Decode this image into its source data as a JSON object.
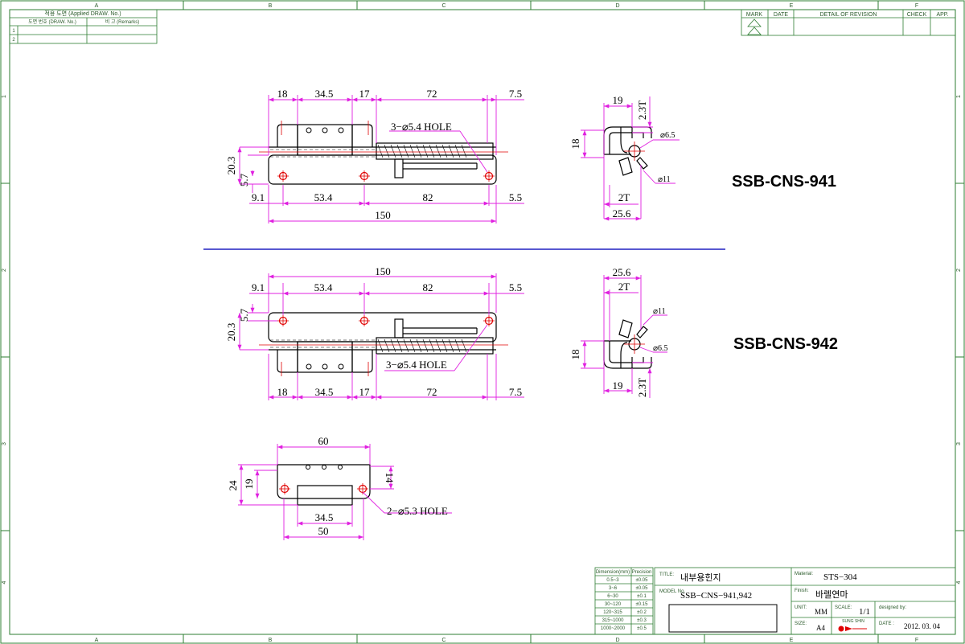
{
  "colors": {
    "frame": "#2e7d32",
    "dimension": "#e020e0",
    "center": "#e00000",
    "outline": "#000000",
    "divider": "#2020c0"
  },
  "grid": {
    "columns": [
      "A",
      "B",
      "C",
      "D",
      "E",
      "F"
    ],
    "rows": [
      "1",
      "2",
      "3",
      "4"
    ]
  },
  "ref_table": {
    "header": "적용 도면 (Applied DRAW. No.)",
    "col1": "도면 번호 (DRAW. No.)",
    "col2": "비 고 (Remarks)",
    "rows": [
      "1",
      "2"
    ]
  },
  "revision_table": {
    "headers": [
      "MARK",
      "DATE",
      "DETAIL OF REVISION",
      "CHECK",
      "APP."
    ]
  },
  "parts": {
    "top": "SSB-CNS-941",
    "bottom": "SSB-CNS-942"
  },
  "dims_top": {
    "d18": "18",
    "d345": "34.5",
    "d17": "17",
    "d72": "72",
    "d75": "7.5",
    "hole": "3−⌀5.4 HOLE",
    "d203": "20.3",
    "d57": "5.7",
    "d91": "9.1",
    "d534": "53.4",
    "d82": "82",
    "d55": "5.5",
    "d150": "150"
  },
  "dims_side_top": {
    "d19": "19",
    "d23t": "2.3T",
    "d18": "18",
    "d65": "⌀6.5",
    "d11": "⌀11",
    "d2t": "2T",
    "d256": "25.6"
  },
  "dims_bottom": {
    "d150": "150",
    "d91": "9.1",
    "d534": "53.4",
    "d82": "82",
    "d55": "5.5",
    "d57": "5.7",
    "d203": "20.3",
    "hole": "3−⌀5.4 HOLE",
    "d18": "18",
    "d345": "34.5",
    "d17": "17",
    "d72": "72",
    "d75": "7.5"
  },
  "dims_side_bottom": {
    "d256": "25.6",
    "d2t": "2T",
    "d11": "⌀11",
    "d18": "18",
    "d65": "⌀6.5",
    "d19": "19",
    "d23t": "2.3T"
  },
  "dims_plate": {
    "d60": "60",
    "d24": "24",
    "d19": "19",
    "d14": "14",
    "hole": "2−⌀5.3 HOLE",
    "d345": "34.5",
    "d50": "50"
  },
  "tolerance": {
    "headers": [
      "Dimension(mm)",
      "Precision"
    ],
    "rows": [
      [
        "0.5~3",
        "±0.05"
      ],
      [
        "3~6",
        "±0.05"
      ],
      [
        "6~30",
        "±0.1"
      ],
      [
        "30~120",
        "±0.15"
      ],
      [
        "120~315",
        "±0.2"
      ],
      [
        "315~1000",
        "±0.3"
      ],
      [
        "1000~2000",
        "±0.5"
      ]
    ]
  },
  "title_block": {
    "title_label": "TITLE:",
    "title_value": "내부용힌지",
    "model_label": "MODEL No.",
    "model_value": "SSB−CNS−941,942",
    "material_label": "Material:",
    "material_value": "STS−304",
    "finish_label": "Finish:",
    "finish_value": "바렐연마",
    "unit_label": "UNIT:",
    "unit_value": "MM",
    "scale_label": "SCALE:",
    "scale_value": "1/1",
    "designed_label": "designed by:",
    "size_label": "SIZE:",
    "size_value": "A4",
    "date_label": "DATE :",
    "date_value": "2012. 03. 04",
    "logo_text": "SUNG SHIN"
  }
}
